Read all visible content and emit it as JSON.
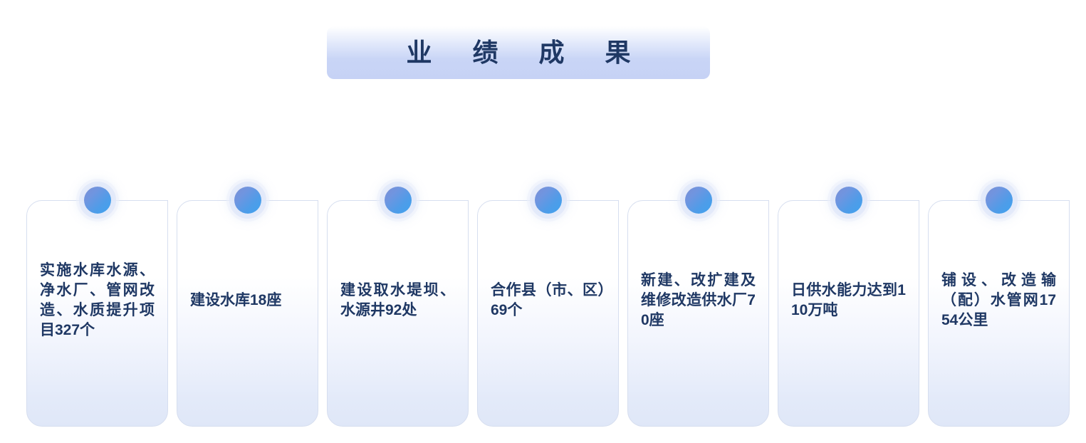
{
  "page": {
    "background_color": "#ffffff",
    "accent_color": "#3fa3ef",
    "text_color": "#1f3864",
    "card_border_color": "#d6deef"
  },
  "header": {
    "title": "业 绩 成 果",
    "banner_gradient_from": "#ffffff",
    "banner_gradient_to": "#c6d2f5"
  },
  "cards": [
    {
      "id": "card-1",
      "text": "实施水库水源、净水厂、管网改造、水质提升项目327个",
      "badge": "circle-badge",
      "justify": false
    },
    {
      "id": "card-2",
      "text": "建设水库18座",
      "badge": "circle-badge",
      "justify": false
    },
    {
      "id": "card-3",
      "text": "建设取水堤坝、水源井92处",
      "badge": "circle-badge",
      "justify": false
    },
    {
      "id": "card-4",
      "text": "合作县（市、区）69个",
      "badge": "circle-badge",
      "justify": false
    },
    {
      "id": "card-5",
      "text": "新建、改扩建及维修改造供水厂70座",
      "badge": "circle-badge",
      "justify": true
    },
    {
      "id": "card-6",
      "text": "日供水能力达到110万吨",
      "badge": "circle-badge",
      "justify": true
    },
    {
      "id": "card-7",
      "text": "铺设、改造输（配）水管网1754公里",
      "badge": "circle-badge",
      "justify": true
    }
  ]
}
